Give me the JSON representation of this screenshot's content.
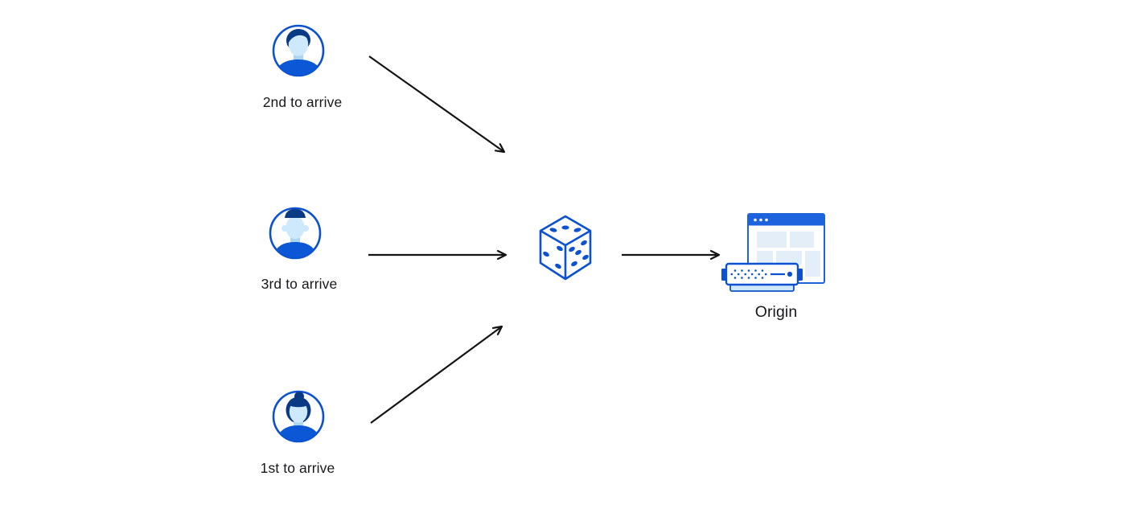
{
  "diagram": {
    "description": "Random traffic steering diagram: three users arriving in different order are routed through a dice (random selection) to an Origin server",
    "nodes": [
      {
        "id": "user-second",
        "label": "2nd to arrive",
        "icon": "avatar-male-swoosh-icon"
      },
      {
        "id": "user-third",
        "label": "3rd to arrive",
        "icon": "avatar-male-flattop-icon"
      },
      {
        "id": "user-first",
        "label": "1st to arrive",
        "icon": "avatar-female-bun-icon"
      },
      {
        "id": "dice",
        "label": "",
        "icon": "dice-icon"
      },
      {
        "id": "origin",
        "label": "Origin",
        "icon": "origin-server-browser-icon"
      }
    ],
    "edges": [
      {
        "from": "user-second",
        "to": "dice"
      },
      {
        "from": "user-third",
        "to": "dice"
      },
      {
        "from": "user-first",
        "to": "dice"
      },
      {
        "from": "dice",
        "to": "origin"
      }
    ],
    "colors": {
      "primary_blue": "#0b51d0",
      "titlebar_blue": "#1d63dd",
      "hair_navy": "#0b3a84",
      "face_light_blue": "#cde9fb",
      "panel_light_blue": "#e3eef9",
      "server_base_blue": "#cfe7fa",
      "arrow_black": "#141414",
      "text": "#17181a",
      "background": "#ffffff"
    }
  }
}
